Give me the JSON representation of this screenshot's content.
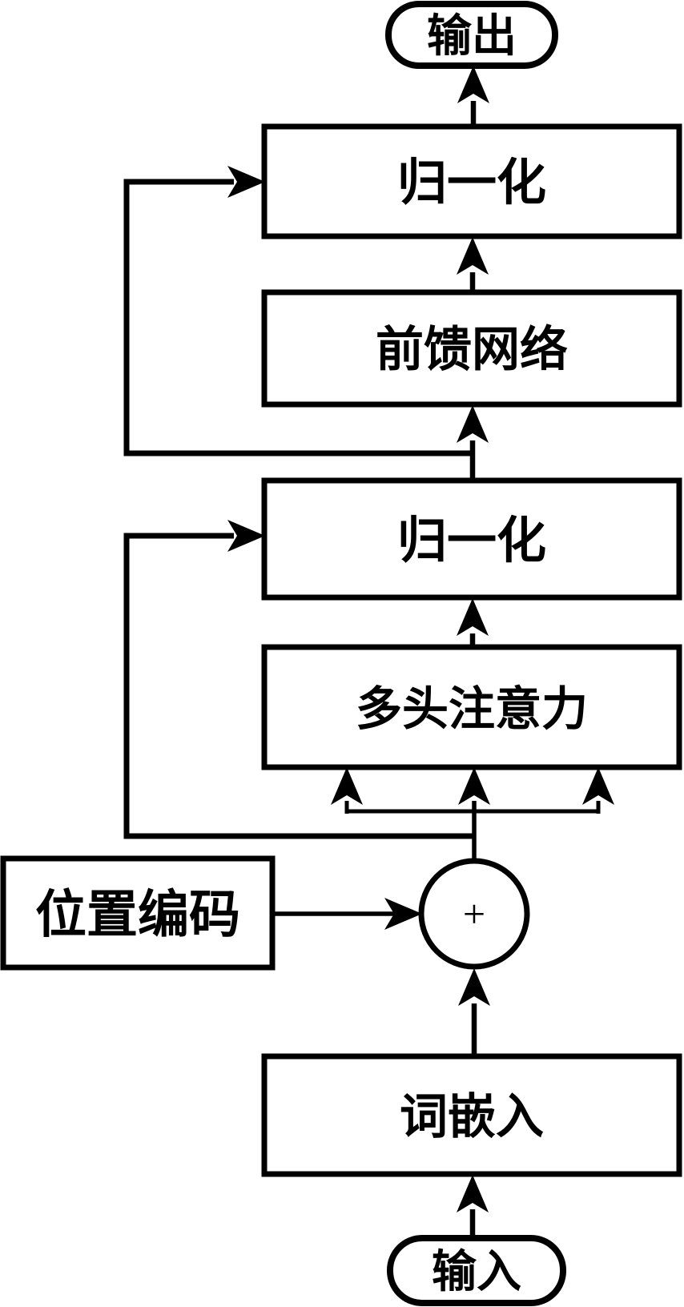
{
  "diagram": {
    "description": "Transformer encoder architecture flowchart (Chinese labels), black and white",
    "colors": {
      "stroke": "#000000",
      "fill": "#ffffff",
      "background": "#ffffff"
    },
    "nodes": {
      "output": {
        "label": "输出",
        "shape": "pill"
      },
      "norm_top": {
        "label": "归一化",
        "shape": "rect"
      },
      "ffn": {
        "label": "前馈网络",
        "shape": "rect"
      },
      "norm_bottom": {
        "label": "归一化",
        "shape": "rect"
      },
      "mha": {
        "label": "多头注意力",
        "shape": "rect"
      },
      "add": {
        "label": "+",
        "shape": "circle"
      },
      "pos_enc": {
        "label": "位置编码",
        "shape": "rect"
      },
      "embedding": {
        "label": "词嵌入",
        "shape": "rect"
      },
      "input": {
        "label": "输入",
        "shape": "pill"
      }
    },
    "edges": [
      {
        "from": "input",
        "to": "embedding",
        "type": "arrow"
      },
      {
        "from": "embedding",
        "to": "add",
        "type": "arrow"
      },
      {
        "from": "pos_enc",
        "to": "add",
        "type": "arrow"
      },
      {
        "from": "add",
        "to": "mha",
        "type": "triple-arrow"
      },
      {
        "from": "add",
        "to": "norm_bottom",
        "type": "residual-skip-left"
      },
      {
        "from": "mha",
        "to": "norm_bottom",
        "type": "arrow"
      },
      {
        "from": "norm_bottom",
        "to": "ffn",
        "type": "arrow"
      },
      {
        "from": "norm_bottom",
        "to": "norm_top",
        "type": "residual-skip-left"
      },
      {
        "from": "ffn",
        "to": "norm_top",
        "type": "arrow"
      },
      {
        "from": "norm_top",
        "to": "output",
        "type": "arrow"
      }
    ]
  }
}
